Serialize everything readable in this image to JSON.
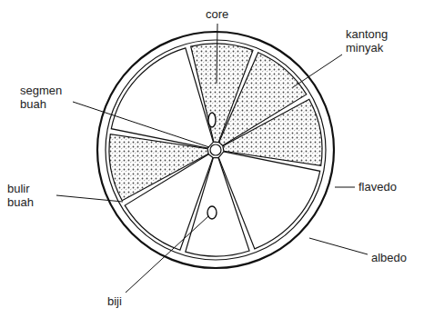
{
  "diagram": {
    "labels": [
      "core",
      "kantong minyak",
      "segmen buah",
      "bulir buah",
      "flavedo",
      "albedo",
      "biji"
    ]
  }
}
